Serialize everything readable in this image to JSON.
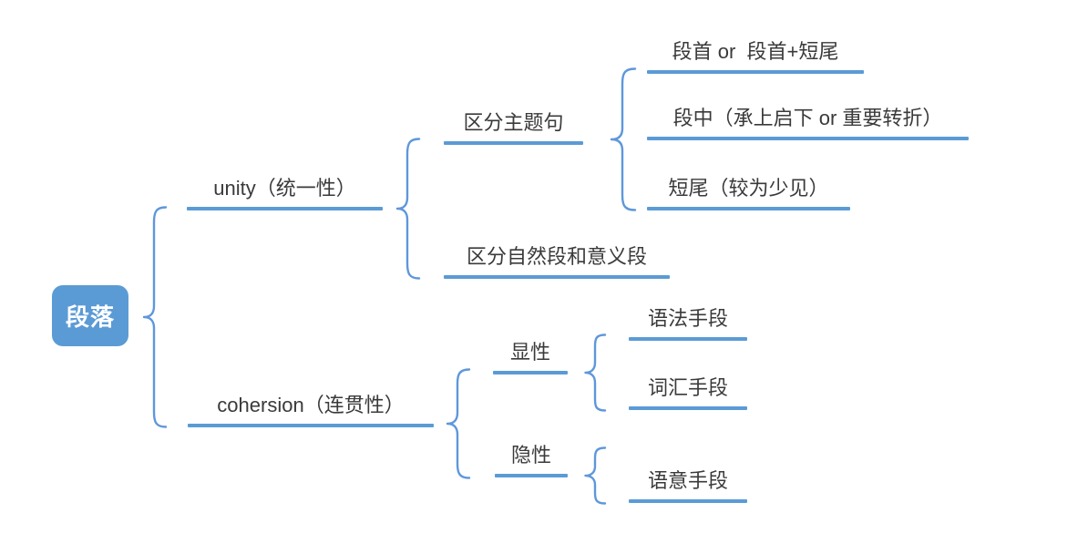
{
  "colors": {
    "accent_blue": "#5B9BD5",
    "brace_blue": "#5E97DB",
    "root_background": "#5B9BD5",
    "root_text": "#FFFFFF",
    "topic_text": "#3A3A3A",
    "canvas_background": "#FFFFFF"
  },
  "tree": {
    "label": "段落",
    "children": [
      {
        "label": "unity（统一性）",
        "children": [
          {
            "label": "区分主题句",
            "children": [
              {
                "label": "段首 or  段首+短尾"
              },
              {
                "label": "段中（承上启下 or 重要转折）"
              },
              {
                "label": "短尾（较为少见）"
              }
            ]
          },
          {
            "label": "区分自然段和意义段"
          }
        ]
      },
      {
        "label": "cohersion（连贯性）",
        "children": [
          {
            "label": "显性",
            "children": [
              {
                "label": "语法手段"
              },
              {
                "label": "词汇手段"
              }
            ]
          },
          {
            "label": "隐性",
            "children": [
              {
                "label": "语意手段"
              }
            ]
          }
        ]
      }
    ]
  }
}
